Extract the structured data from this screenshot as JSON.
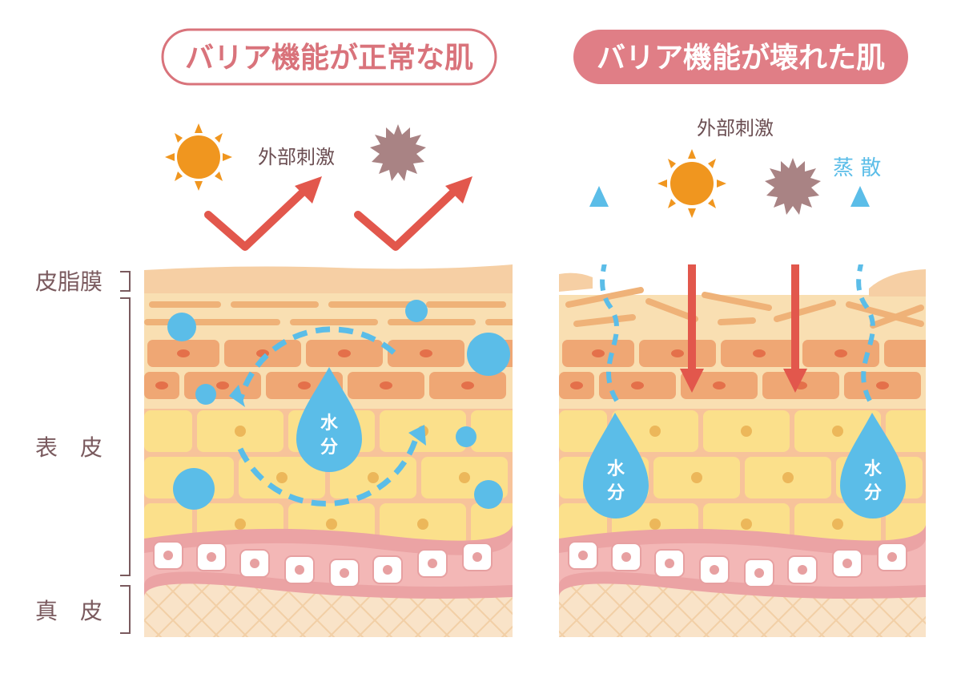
{
  "left_panel": {
    "title": "バリア機能が正常な肌",
    "stimulus_label": "外部刺激",
    "drop_label_line1": "水",
    "drop_label_line2": "分"
  },
  "right_panel": {
    "title": "バリア機能が壊れた肌",
    "stimulus_label": "外部刺激",
    "evaporation_label": "蒸 散",
    "drop_label_line1": "水",
    "drop_label_line2": "分"
  },
  "layer_labels": {
    "sebum": "皮脂膜",
    "epidermis": "表　皮",
    "dermis": "真　皮"
  },
  "colors": {
    "title_border": "#d9737b",
    "title_text_left": "#d9737b",
    "title_fill_right": "#e07e86",
    "arrow_red": "#e2574c",
    "water_blue": "#5bbde8",
    "sun_orange": "#f0961f",
    "germ_mauve": "#a98384",
    "label_text": "#7a5a5e",
    "sebum": "#f6cfa4",
    "stratum_corneum": "#f9dfb2",
    "granular_cell": "#efa774",
    "spinous_cell": "#fbe08b",
    "basal_band": "#eba3a4",
    "dermis": "#f9e3c8"
  }
}
